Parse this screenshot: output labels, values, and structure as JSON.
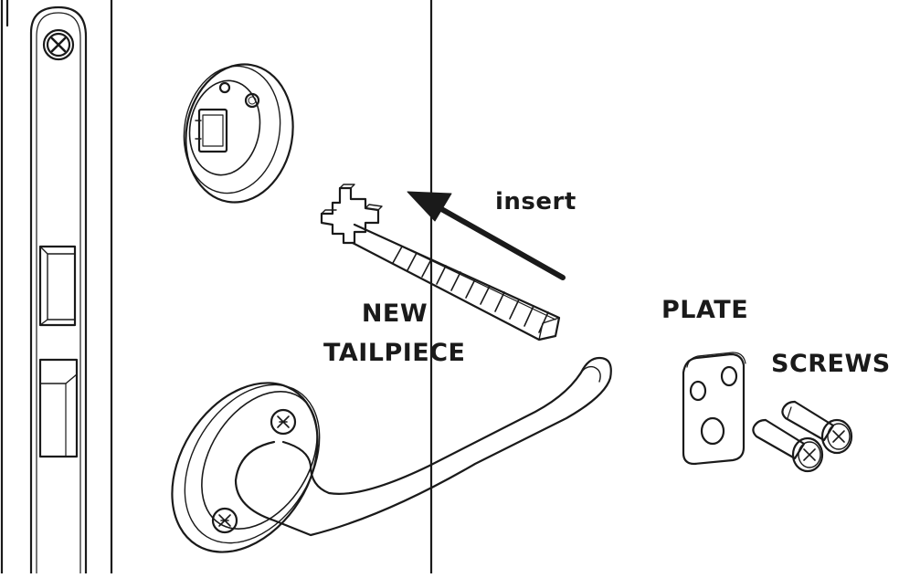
{
  "labels": {
    "insert": "insert",
    "new": "NEW",
    "tailpiece": "TAILPIECE",
    "plate": "PLATE",
    "screws": "SCREWS"
  },
  "colors": {
    "stroke": "#1a1a1a",
    "background": "#ffffff"
  }
}
